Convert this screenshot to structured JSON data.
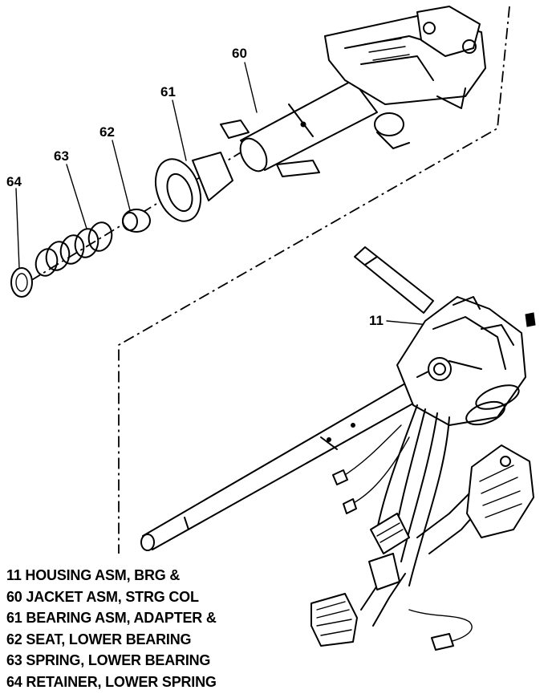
{
  "callouts": {
    "c60": "60",
    "c61": "61",
    "c62": "62",
    "c63": "63",
    "c64": "64",
    "c11": "11"
  },
  "legend": [
    "11 HOUSING ASM, BRG &",
    "60 JACKET ASM, STRG COL",
    "61 BEARING ASM, ADAPTER &",
    "62 SEAT, LOWER BEARING",
    "63 SPRING, LOWER BEARING",
    "64 RETAINER, LOWER SPRING"
  ]
}
